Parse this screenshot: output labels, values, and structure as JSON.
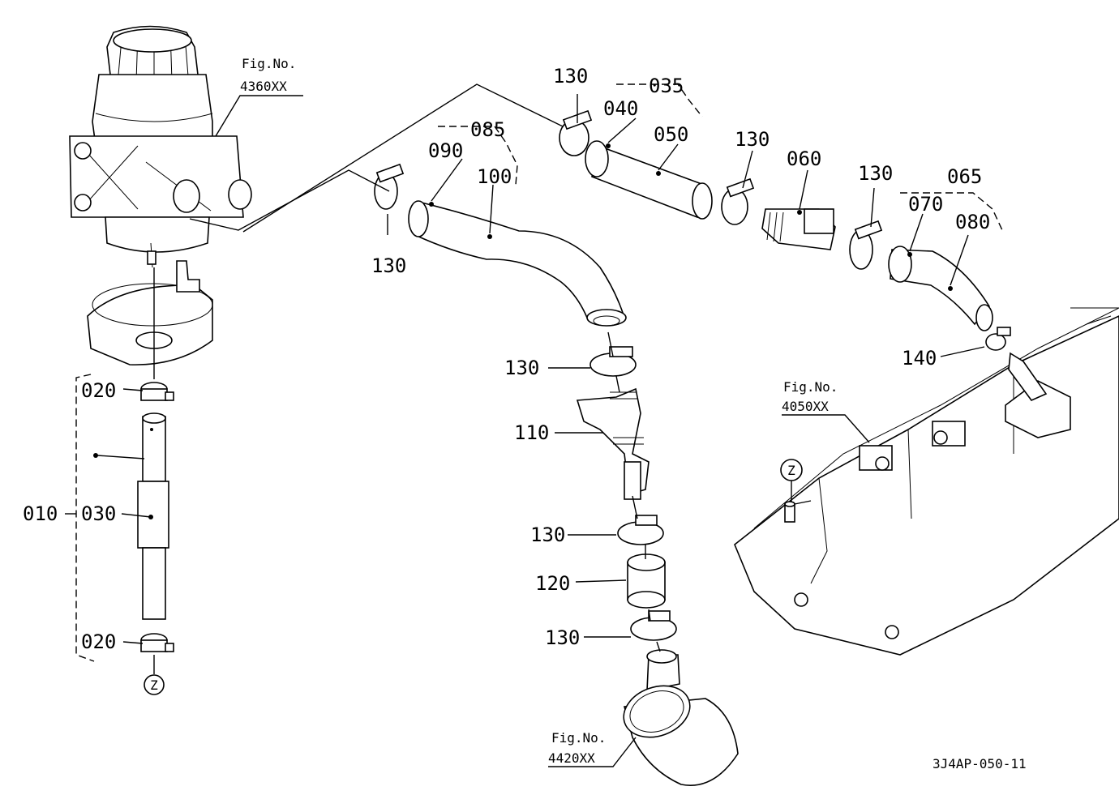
{
  "labels": {
    "p010": "010",
    "p020a": "020",
    "p020b": "020",
    "p030": "030",
    "p035": "035",
    "p040": "040",
    "p050": "050",
    "p060": "060",
    "p065": "065",
    "p070": "070",
    "p080": "080",
    "p085": "085",
    "p090": "090",
    "p100": "100",
    "p110": "110",
    "p120": "120",
    "p130_a": "130",
    "p130_b": "130",
    "p130_c": "130",
    "p130_d": "130",
    "p130_e": "130",
    "p130_f": "130",
    "p130_g": "130",
    "p140": "140"
  },
  "figrefs": {
    "f4360_title": "Fig.No.",
    "f4360_num": "4360XX",
    "f4050_title": "Fig.No.",
    "f4050_num": "4050XX",
    "f4420_title": "Fig.No.",
    "f4420_num": "4420XX"
  },
  "markers": {
    "z_top": "Z",
    "z_bottom": "Z"
  },
  "drawing_code": "3J4AP-050-11"
}
